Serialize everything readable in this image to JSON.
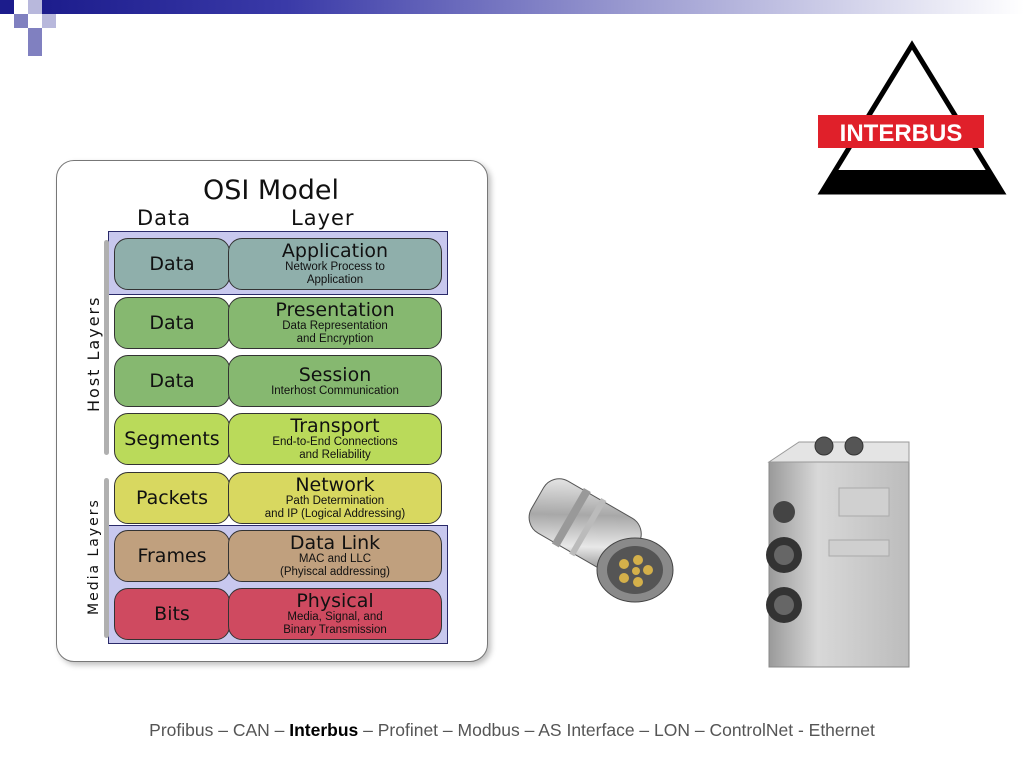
{
  "osi": {
    "title": "OSI Model",
    "col_data": "Data",
    "col_layer": "Layer",
    "host_label": "Host Layers",
    "media_label": "Media Layers",
    "layers": [
      {
        "data": "Data",
        "name": "Application",
        "desc1": "Network Process to",
        "desc2": "Application",
        "data_color": "#8fafab",
        "layer_color": "#8fafab"
      },
      {
        "data": "Data",
        "name": "Presentation",
        "desc1": "Data Representation",
        "desc2": "and Encryption",
        "data_color": "#86b870",
        "layer_color": "#86b870"
      },
      {
        "data": "Data",
        "name": "Session",
        "desc1": "Interhost Communication",
        "desc2": "",
        "data_color": "#86b870",
        "layer_color": "#86b870"
      },
      {
        "data": "Segments",
        "name": "Transport",
        "desc1": "End-to-End Connections",
        "desc2": "and Reliability",
        "data_color": "#bada5a",
        "layer_color": "#bada5a"
      },
      {
        "data": "Packets",
        "name": "Network",
        "desc1": "Path Determination",
        "desc2": "and IP (Logical Addressing)",
        "data_color": "#d8d860",
        "layer_color": "#d8d860"
      },
      {
        "data": "Frames",
        "name": "Data Link",
        "desc1": "MAC and LLC",
        "desc2": "(Phyiscal addressing)",
        "data_color": "#c0a07e",
        "layer_color": "#c0a07e"
      },
      {
        "data": "Bits",
        "name": "Physical",
        "desc1": "Media, Signal, and",
        "desc2": "Binary Transmission",
        "data_color": "#cf4a60",
        "layer_color": "#cf4a60"
      }
    ]
  },
  "logo": {
    "text": "INTERBUS",
    "red": "#e0202a"
  },
  "footer": {
    "before": "Profibus – CAN – ",
    "highlight": "Interbus",
    "after": " – Profinet – Modbus – AS Interface – LON – ControlNet - Ethernet"
  }
}
